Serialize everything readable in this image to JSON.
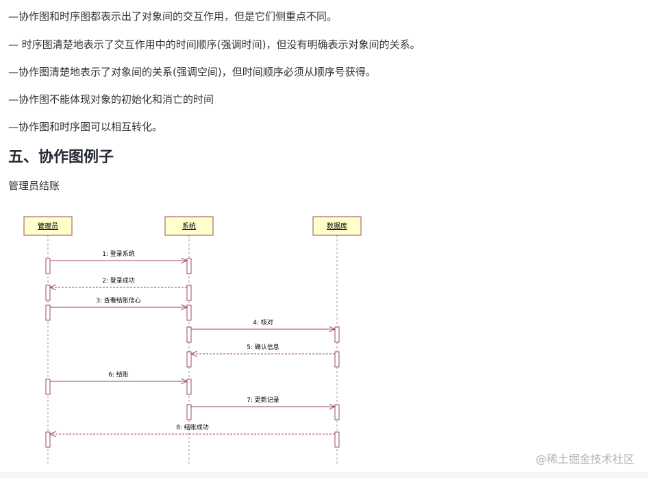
{
  "paragraphs": [
    "—协作图和时序图都表示出了对象间的交互作用，但是它们侧重点不同。",
    "— 时序图清楚地表示了交互作用中的时间顺序(强调时间)，但没有明确表示对象间的关系。",
    "—协作图清楚地表示了对象间的关系(强调空间)，但时间顺序必须从顺序号获得。",
    "—协作图不能体现对象的初始化和消亡的时间",
    "—协作图和时序图可以相互转化。"
  ],
  "section_heading": "五、协作图例子",
  "caption": "管理员结账",
  "diagram": {
    "lifelines": [
      {
        "name": "管理员"
      },
      {
        "name": "系统"
      },
      {
        "name": "数据库"
      }
    ],
    "messages": [
      {
        "label": "1: 登录系统",
        "from": 0,
        "to": 1,
        "kind": "call"
      },
      {
        "label": "2: 登录成功",
        "from": 1,
        "to": 0,
        "kind": "return"
      },
      {
        "label": "3: 查看结账信心",
        "from": 0,
        "to": 1,
        "kind": "call"
      },
      {
        "label": "4: 核对",
        "from": 1,
        "to": 2,
        "kind": "call"
      },
      {
        "label": "5: 确认信息",
        "from": 2,
        "to": 1,
        "kind": "return"
      },
      {
        "label": "6: 结账",
        "from": 0,
        "to": 1,
        "kind": "call"
      },
      {
        "label": "7: 更新记录",
        "from": 1,
        "to": 2,
        "kind": "call"
      },
      {
        "label": "8: 结账成功",
        "from": 2,
        "to": 0,
        "kind": "return"
      }
    ],
    "colors": {
      "box_fill": "#ffffcc",
      "box_stroke": "#9c4a5a",
      "arrow": "#9c4a5a",
      "lifeline": "#999999"
    }
  },
  "watermark": "@稀土掘金技术社区"
}
